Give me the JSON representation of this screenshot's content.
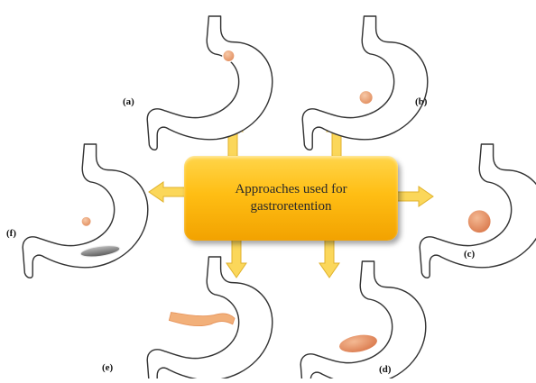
{
  "center": {
    "text": "Approaches used for gastroretention"
  },
  "panels": [
    {
      "id": "a",
      "label": "(a)"
    },
    {
      "id": "b",
      "label": "(b)"
    },
    {
      "id": "c",
      "label": "(c)"
    },
    {
      "id": "d",
      "label": "(d)"
    },
    {
      "id": "e",
      "label": "(e)"
    },
    {
      "id": "f",
      "label": "(f)"
    }
  ],
  "colors": {
    "box_fill": "#ffbe14",
    "arrow_fill": "#fbd75a",
    "arrow_stroke": "#e0b22c",
    "dosage_form": "#f0a878",
    "float_pill": "#e89f86",
    "stomach_outline": "#333333",
    "magnet_grey": "#8a8a8a"
  }
}
